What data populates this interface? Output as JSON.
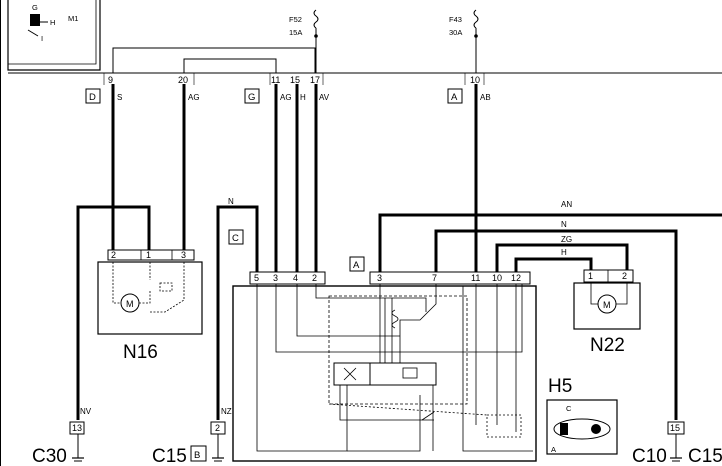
{
  "inset": {
    "labels": [
      "G",
      "H",
      "I"
    ],
    "tag": "M1"
  },
  "fuses": [
    {
      "id": "F52",
      "rating": "15A"
    },
    {
      "id": "F43",
      "rating": "30A"
    }
  ],
  "top_connector": {
    "pins": [
      "9",
      "20",
      "11",
      "15",
      "17",
      "10"
    ],
    "groups": [
      "D",
      "G",
      "A"
    ],
    "wire_codes": [
      "S",
      "AG",
      "AG",
      "H",
      "AV",
      "AB"
    ]
  },
  "components": {
    "n16": {
      "name": "N16",
      "pins": [
        "2",
        "1",
        "3"
      ]
    },
    "n22": {
      "name": "N22",
      "pins": [
        "1",
        "2"
      ]
    },
    "h5": {
      "name": "H5",
      "labels": [
        "C",
        "A"
      ]
    },
    "motor_symbol": "M",
    "module": {
      "tag_c": "C",
      "tag_a": "A",
      "pins_c": [
        "5",
        "3",
        "4",
        "2"
      ],
      "pins_a": [
        "3",
        "7",
        "11",
        "10",
        "12"
      ]
    }
  },
  "wires": {
    "n": "N",
    "an": "AN",
    "n2": "N",
    "zg": "ZG",
    "h": "H",
    "nv": "NV",
    "nz": "NZ"
  },
  "grounds": [
    {
      "name": "C30",
      "pin": "13",
      "wire": "NV"
    },
    {
      "name": "C15",
      "pin": "2",
      "wire": "NZ",
      "tag": "B"
    },
    {
      "name": "C10",
      "pin": "15"
    },
    {
      "name": "C15",
      "pin": ""
    }
  ],
  "colors": {
    "line": "#000000",
    "thick": "#000000",
    "background": "#ffffff"
  }
}
